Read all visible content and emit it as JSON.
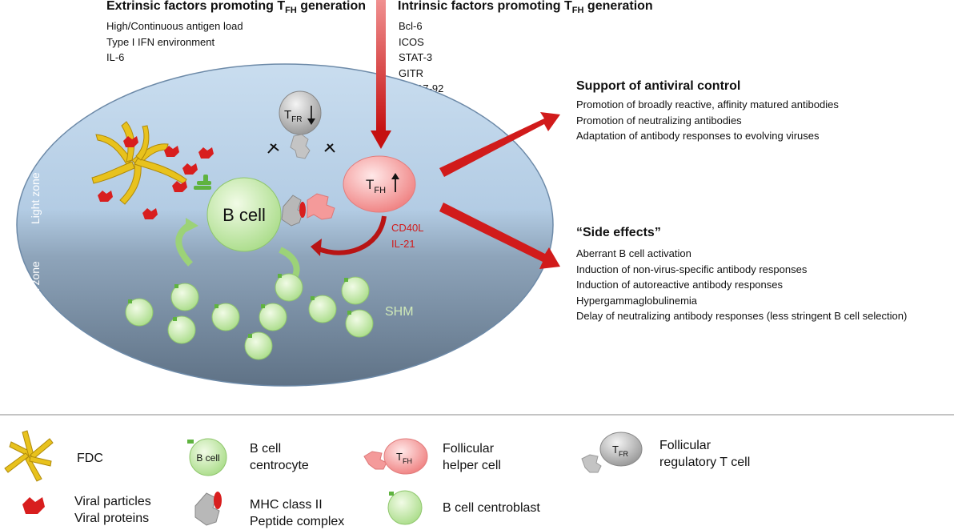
{
  "extrinsic": {
    "title_prefix": "Extrinsic factors promoting T",
    "title_sub": "FH",
    "title_suffix": " generation",
    "items": [
      "High/Continuous antigen load",
      "Type I IFN environment",
      "IL-6"
    ]
  },
  "intrinsic": {
    "title_prefix": "Intrinsic factors promoting T",
    "title_sub": "FH",
    "title_suffix": " generation",
    "items": [
      "Bcl-6",
      "ICOS",
      "STAT-3",
      "GITR",
      "miR17-92"
    ]
  },
  "support": {
    "title": "Support of antiviral control",
    "items": [
      "Promotion  of broadly reactive, affinity matured antibodies",
      "Promotion  of neutralizing antibodies",
      "Adaptation of antibody responses to evolving viruses"
    ]
  },
  "side_effects": {
    "title": "“Side effects”",
    "items": [
      "Aberrant  B cell activation",
      "Induction of non-virus-specific antibody responses",
      "Induction of autoreactive antibody responses",
      "Hypergammaglobulinemia",
      "Delay of neutralizing antibody responses (less stringent B cell selection)"
    ]
  },
  "diagram": {
    "light_zone": "Light zone",
    "dark_zone": "Dark zone",
    "b_cell": "B cell",
    "tfh_main": "T",
    "tfh_sub": "FH",
    "tfr_main": "T",
    "tfr_sub": "FR",
    "cd40l": "CD40L",
    "il21": "IL-21",
    "shm": "SHM"
  },
  "legend": {
    "fdc": "FDC",
    "b_centrocyte_icon": "B cell",
    "b_centrocyte": [
      "B cell",
      "centrocyte"
    ],
    "tfh": [
      "Follicular",
      "helper cell"
    ],
    "tfr": [
      "Follicular",
      "regulatory T cell"
    ],
    "viral": [
      "Viral particles",
      "Viral proteins"
    ],
    "mhc": [
      "MHC class II",
      "Peptide complex"
    ],
    "centroblast": "B cell centroblast"
  },
  "colors": {
    "light_zone": "#b9d2ea",
    "dark_zone": "#6f8296",
    "arrow_red": "#d11b1b",
    "b_cell_green": "#ccefb0",
    "tfh_pink": "#f7a3a3",
    "tfr_gray": "#b5b5b5",
    "fdc_yellow": "#e8c21d"
  }
}
